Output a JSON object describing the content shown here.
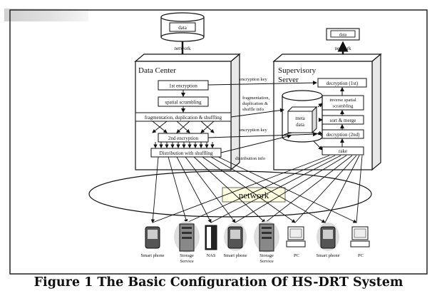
{
  "caption": "Figure 1 The Basic Configuration Of HS-DRT System",
  "left": {
    "data_label": "data",
    "network_label": "network",
    "title": "Data Center",
    "steps": [
      "1st encryption",
      "spatial scrambling",
      "fragmentation, duplication & shuffling",
      "2nd encryption",
      "Distribution with shuffling"
    ]
  },
  "right": {
    "data_label": "data",
    "network_label": "network",
    "title_line1": "Supervisory",
    "title_line2": "Server",
    "steps": [
      "decryption (1st)",
      "inverse spatial",
      "scrambling",
      "sort & merge",
      "decryption (2nd)",
      "rake"
    ]
  },
  "meta_line1": "meta",
  "meta_line2": "data",
  "arrow_labels": {
    "encryption_key_1": "encryption key",
    "frag_info_1": "fragmentation,",
    "frag_info_2": "duplication &",
    "frag_info_3": "shuffle info",
    "encryption_key_2": "encryption key",
    "distribution_info": "distribution info"
  },
  "network_cloud_label": "network",
  "devices": [
    {
      "label_line1": "Smart phone",
      "label_line2": "",
      "icon": "smartphone-icon"
    },
    {
      "label_line1": "Storage",
      "label_line2": "Service",
      "icon": "server-icon"
    },
    {
      "label_line1": "NAS",
      "label_line2": "",
      "icon": "nas-icon"
    },
    {
      "label_line1": "Smart phone",
      "label_line2": "",
      "icon": "smartphone-icon"
    },
    {
      "label_line1": "Storage",
      "label_line2": "Service",
      "icon": "server-icon"
    },
    {
      "label_line1": "PC",
      "label_line2": "",
      "icon": "pc-icon"
    },
    {
      "label_line1": "Smart phone",
      "label_line2": "",
      "icon": "smartphone-icon"
    },
    {
      "label_line1": "PC",
      "label_line2": "",
      "icon": "pc-icon"
    }
  ]
}
